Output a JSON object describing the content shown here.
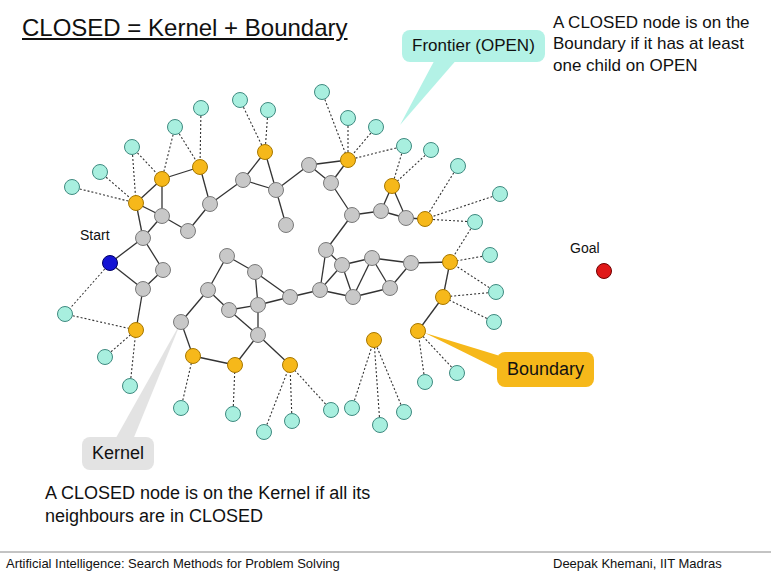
{
  "diagram": {
    "title": "CLOSED = Kernel + Boundary",
    "nodes": [
      {
        "text": [
          "Frontier (OPEN)"
        ]
      },
      {
        "text": [
          "Boundary"
        ]
      },
      {
        "text": [
          "Kernel"
        ]
      }
    ],
    "labels": [
      "A CLOSED node is on the Boundary if it has at least one child on OPEN",
      "Start",
      "Goal",
      "A CLOSED node is on the Kernel if all its neighbours are in CLOSED",
      "Artificial Intelligence: Search Methods for Problem Solving",
      "Deepak Khemani, IIT Madras"
    ]
  }
}
